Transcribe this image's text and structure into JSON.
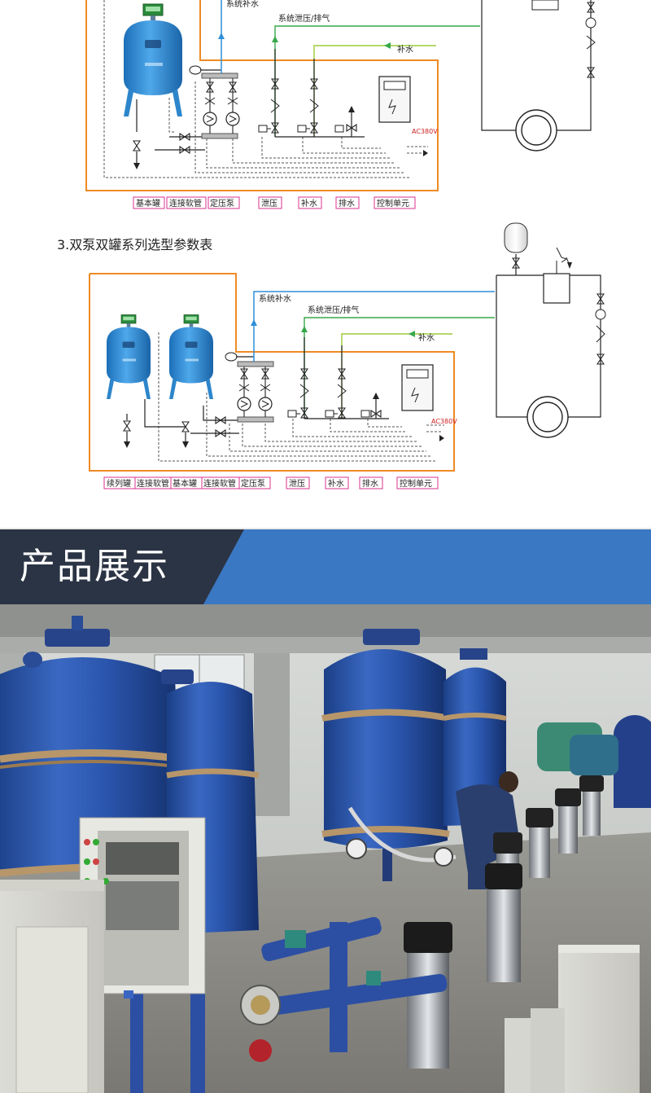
{
  "diagram_top": {
    "labels": {
      "system_supply": "系统补水",
      "system_relief": "系统泄压/排气",
      "makeup_water": "补水",
      "power": "AC380V"
    },
    "legend": [
      "基本罐",
      "连接软管",
      "定压泵",
      "泄压",
      "补水",
      "排水",
      "控制单元"
    ]
  },
  "section_heading": "3.双泵双罐系列选型参数表",
  "diagram_bottom": {
    "labels": {
      "system_supply": "系统补水",
      "system_relief": "系统泄压/排气",
      "makeup_water": "补水",
      "power": "AC380V"
    },
    "legend": [
      "续列罐",
      "连接软管",
      "基本罐",
      "连接软管",
      "定压泵",
      "泄压",
      "补水",
      "排水",
      "控制单元"
    ]
  },
  "banner": {
    "title": "产品展示"
  },
  "colors": {
    "frame_orange": "#f08a24",
    "supply_blue": "#2f8fd8",
    "relief_green": "#37a84a",
    "makeup_lime": "#9ccc3a",
    "tank_blue": "#2f8fd0",
    "legend_magenta": "#d9338f",
    "banner_blue": "#3a78c3",
    "banner_dark": "#2b3444"
  }
}
